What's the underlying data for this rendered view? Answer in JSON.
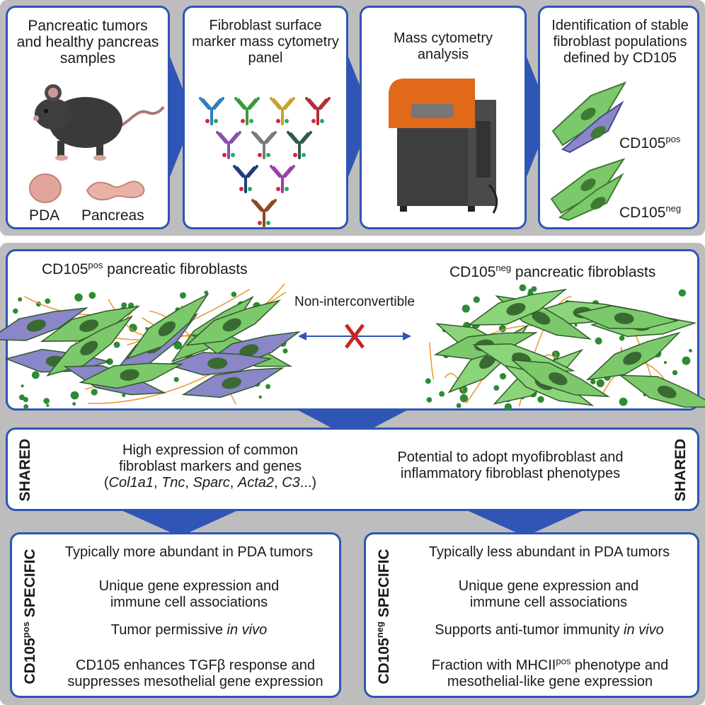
{
  "top": {
    "panel1": {
      "title": "Pancreatic tumors and healthy pancreas samples",
      "label_pda": "PDA",
      "label_pancreas": "Pancreas"
    },
    "panel2": {
      "title": "Fibroblast surface marker mass cytometry panel"
    },
    "panel3": {
      "title": "Mass cytometry analysis"
    },
    "panel4": {
      "title": "Identification of stable fibroblast populations defined by CD105",
      "pos_prefix": "CD105",
      "pos_sup": "pos",
      "neg_prefix": "CD105",
      "neg_sup": "neg"
    }
  },
  "middle": {
    "left_prefix": "CD105",
    "left_sup": "pos",
    "left_suffix": " pancreatic fibroblasts",
    "right_prefix": "CD105",
    "right_sup": "neg",
    "right_suffix": " pancreatic fibroblasts",
    "center_label": "Non-interconvertible"
  },
  "shared": {
    "side_label": "SHARED",
    "left_text": "High expression of common fibroblast markers and genes",
    "genes": [
      "Col1a1",
      "Tnc",
      "Sparc",
      "Acta2",
      "C3"
    ],
    "right_text": "Potential to adopt myofibroblast and inflammatory fibroblast phenotypes"
  },
  "specific_pos": {
    "side_prefix": "CD105",
    "side_sup": "pos",
    "side_suffix": " SPECIFIC",
    "line1": "Typically more abundant in PDA tumors",
    "line2": "Unique gene expression and immune cell associations",
    "line3_plain": "Tumor permissive ",
    "line3_italic": "in vivo",
    "line4": "CD105 enhances TGFβ response and suppresses mesothelial gene expression"
  },
  "specific_neg": {
    "side_prefix": "CD105",
    "side_sup": "neg",
    "side_suffix": " SPECIFIC",
    "line1": "Typically less abundant in PDA tumors",
    "line2": "Unique gene expression and immune cell associations",
    "line3_plain": "Supports anti-tumor immunity ",
    "line3_italic": "in vivo",
    "line4a": "Fraction with MHCII",
    "line4_sup": "pos",
    "line4b": " phenotype and mesothelial-like gene expression"
  },
  "colors": {
    "box_border": "#2f55b5",
    "arrow": "#2f55b5",
    "band": "#bdbdbd",
    "cell_green": "#6fbf5a",
    "cell_purple": "#8a86c8",
    "fiber": "#e8962b",
    "cross": "#cc2222",
    "instrument": "#e06a1a"
  }
}
